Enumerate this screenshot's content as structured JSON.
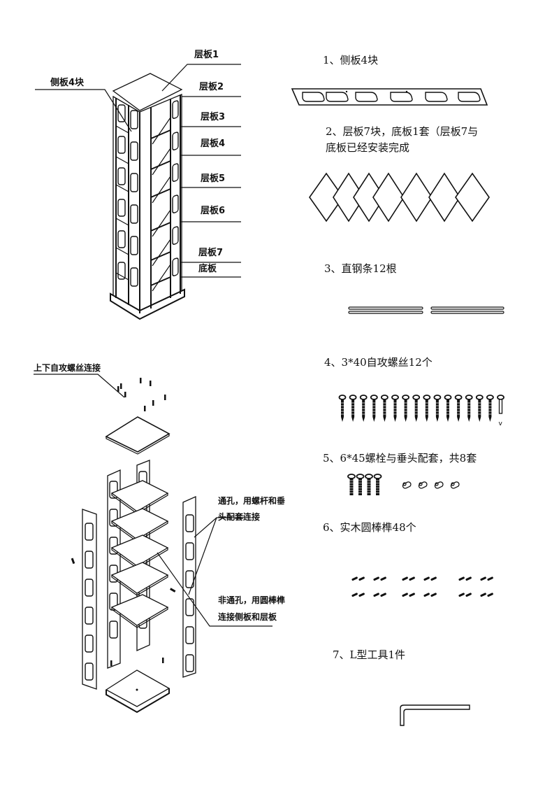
{
  "title": "储物架组装说明",
  "assembled_view": {
    "side_panel_label": "侧板4块",
    "shelf_labels": [
      "层板1",
      "层板2",
      "层板3",
      "层板4",
      "层板5",
      "层板6",
      "层板7",
      "底板"
    ]
  },
  "exploded_view": {
    "screw_note": "上下自攻螺丝连接",
    "through_hole_note": [
      "通孔，用螺杆和垂",
      "头配套连接"
    ],
    "blind_hole_note": [
      "非通孔，用圆棒榫",
      "连接侧板和层板"
    ]
  },
  "parts_list": [
    {
      "index": "1",
      "text": "1、侧板4块",
      "name": "侧板",
      "quantity": 4,
      "unit": "块",
      "drawing": "side-panel"
    },
    {
      "index": "2",
      "text": "2、层板7块，底板1套（层板7与",
      "text2": "底板已经安装完成",
      "name": "层板/底板",
      "quantity": 7,
      "unit": "块",
      "drawing": "shelf-boards",
      "shown_count": 7
    },
    {
      "index": "3",
      "text": "3、直钢条12根",
      "name": "直钢条",
      "quantity": 12,
      "unit": "根",
      "drawing": "steel-rods"
    },
    {
      "index": "4",
      "text": "4、3*40自攻螺丝12个",
      "name": "自攻螺丝 3*40",
      "quantity": 12,
      "unit": "个",
      "drawing": "screws",
      "shown_count": 16
    },
    {
      "index": "5",
      "text": "5、6*45螺栓与垂头配套，共8套",
      "name": "螺栓 6*45 与垂头",
      "quantity": 8,
      "unit": "套",
      "drawing": "bolts-nuts",
      "shown_bolts": 4,
      "shown_nuts": 4
    },
    {
      "index": "6",
      "text": "6、实木圆棒榫48个",
      "name": "实木圆棒榫",
      "quantity": 48,
      "unit": "个",
      "drawing": "dowels",
      "shown_count": 24
    },
    {
      "index": "7",
      "text": "7、L型工具1件",
      "name": "L型工具",
      "quantity": 1,
      "unit": "件",
      "drawing": "l-wrench"
    }
  ],
  "colors": {
    "ink": "#111111",
    "paper": "#ffffff"
  }
}
